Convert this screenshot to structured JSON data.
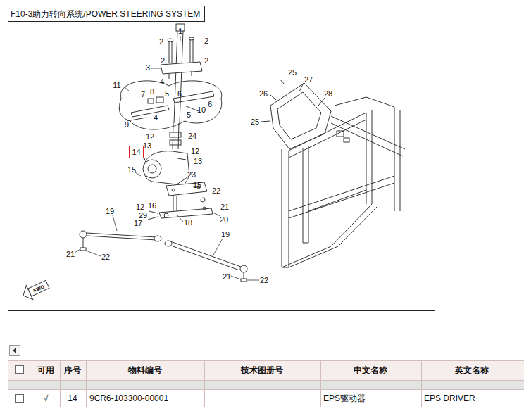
{
  "diagram": {
    "title": "F10-3助力转向系统/POWER STEERING SYSTEM",
    "nodes": [
      {
        "text": [
          "14"
        ]
      }
    ],
    "labels": [
      "1",
      "2",
      "2",
      "2",
      "2",
      "3",
      "11",
      "4",
      "7",
      "8",
      "5",
      "6",
      "6",
      "10",
      "4",
      "5",
      "9",
      "24",
      "12",
      "13",
      "12",
      "13",
      "15",
      "23",
      "15",
      "16",
      "22",
      "21",
      "12",
      "29",
      "17",
      "18",
      "20",
      "19",
      "19",
      "21",
      "22",
      "21",
      "22",
      "25",
      "26",
      "27",
      "28",
      "25",
      "FWD",
      "可用",
      "序号",
      "物料编号",
      "技术图册号",
      "中文名称",
      "英文名称",
      "√",
      "14",
      "9CR6-103300-00001",
      "EPS驱动器",
      "EPS DRIVER"
    ]
  }
}
